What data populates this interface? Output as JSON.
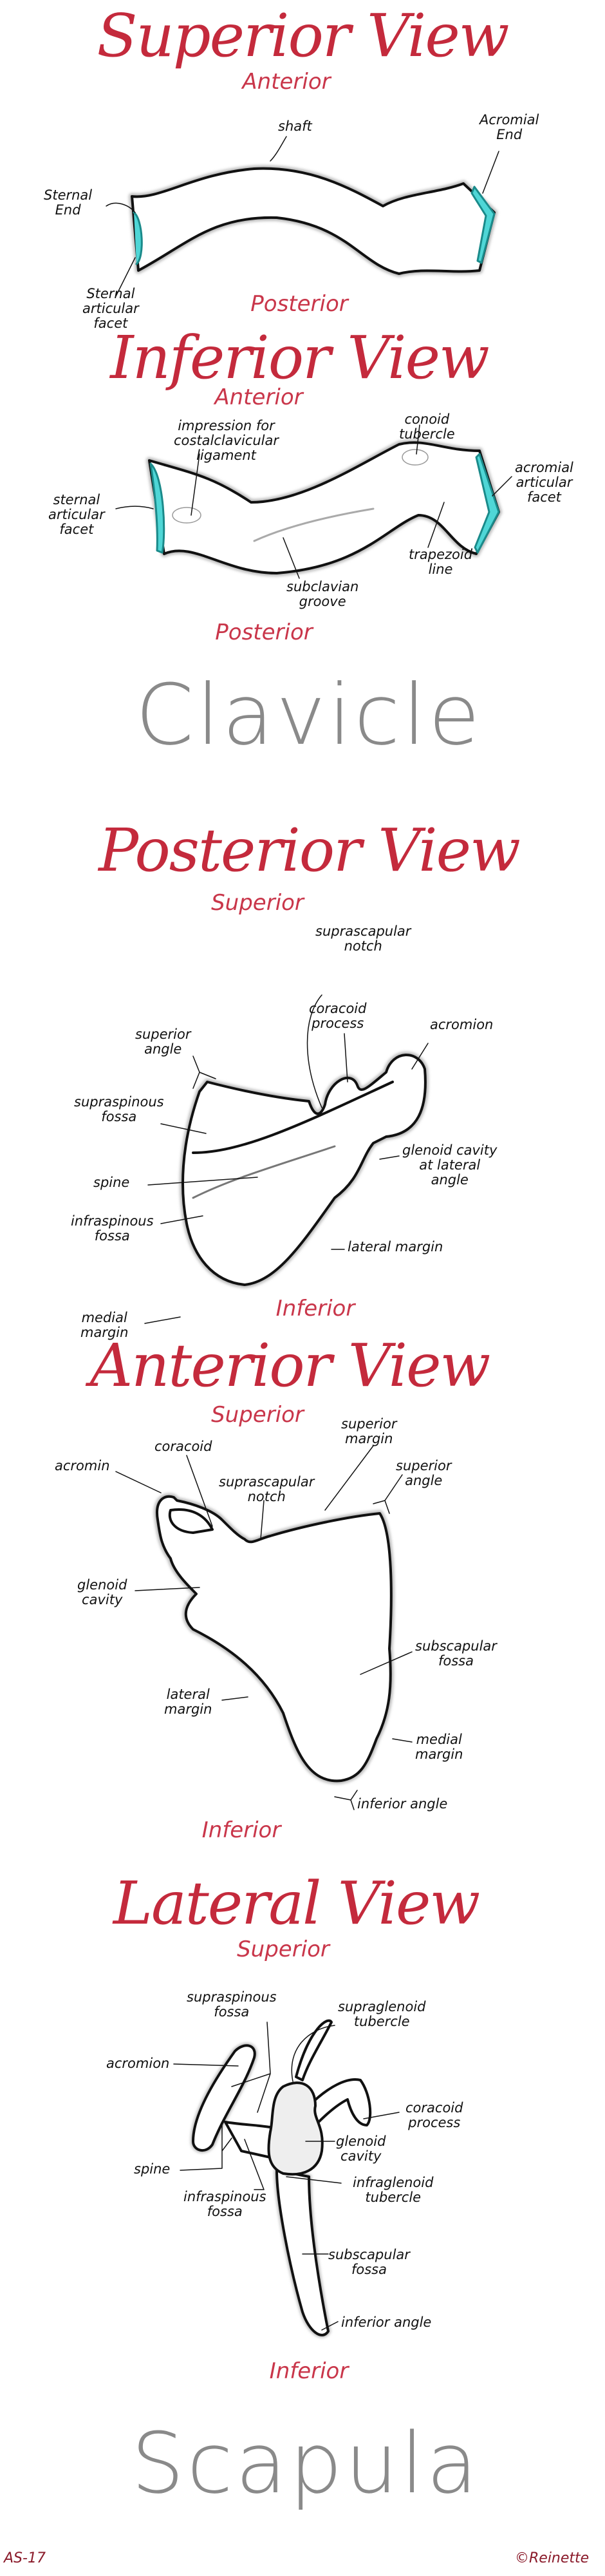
{
  "colors": {
    "title": "#c42a3c",
    "facet": "#4fd6d6",
    "outline": "#111111",
    "bone_name": "#8a8a8a"
  },
  "clavicle": {
    "name": "Clavicle",
    "superior_view": {
      "title": "Superior View",
      "top": "Anterior",
      "bottom": "Posterior",
      "labels": {
        "shaft": [
          "shaft"
        ],
        "acromial_end": [
          "Acromial",
          "End"
        ],
        "sternal_end": [
          "Sternal",
          "End"
        ],
        "sternal_facet": [
          "Sternal",
          "articular",
          "facet"
        ]
      }
    },
    "inferior_view": {
      "title": "Inferior View",
      "top": "Anterior",
      "bottom": "Posterior",
      "labels": {
        "impression": [
          "impression for",
          "costalclavicular",
          "ligament"
        ],
        "conoid": [
          "conoid",
          "tubercle"
        ],
        "sternal_facet": [
          "sternal",
          "articular",
          "facet"
        ],
        "acromial_facet": [
          "acromial",
          "articular",
          "facet"
        ],
        "subclavian": [
          "subclavian",
          "groove"
        ],
        "trapezoid": [
          "trapezoid",
          "line"
        ]
      }
    }
  },
  "scapula": {
    "name": "Scapula",
    "posterior_view": {
      "title": "Posterior View",
      "top": "Superior",
      "bottom": "Inferior",
      "labels": {
        "notch": [
          "suprascapular",
          "notch"
        ],
        "coracoid": [
          "coracoid",
          "process"
        ],
        "acromion": [
          "acromion"
        ],
        "sup_angle": [
          "superior",
          "angle"
        ],
        "supraspinous": [
          "supraspinous",
          "fossa"
        ],
        "spine": [
          "spine"
        ],
        "glenoid": [
          "glenoid cavity",
          "at lateral",
          "angle"
        ],
        "infraspinous": [
          "infraspinous",
          "fossa"
        ],
        "lateral_margin": [
          "lateral margin"
        ],
        "medial_margin": [
          "medial",
          "margin"
        ]
      }
    },
    "anterior_view": {
      "title": "Anterior View",
      "top": "Superior",
      "bottom": "Inferior",
      "labels": {
        "acromin": [
          "acromin"
        ],
        "coracoid": [
          "coracoid"
        ],
        "notch": [
          "suprascapular",
          "notch"
        ],
        "sup_margin": [
          "superior",
          "margin"
        ],
        "sup_angle": [
          "superior",
          "angle"
        ],
        "glenoid": [
          "glenoid",
          "cavity"
        ],
        "subscapular": [
          "subscapular",
          "fossa"
        ],
        "lateral_margin": [
          "lateral",
          "margin"
        ],
        "medial_margin": [
          "medial",
          "margin"
        ],
        "inf_angle": [
          "inferior angle"
        ]
      }
    },
    "lateral_view": {
      "title": "Lateral View",
      "top": "Superior",
      "bottom": "Inferior",
      "labels": {
        "supraspinous": [
          "supraspinous",
          "fossa"
        ],
        "supraglenoid": [
          "supraglenoid",
          "tubercle"
        ],
        "acromion": [
          "acromion"
        ],
        "coracoid": [
          "coracoid",
          "process"
        ],
        "glenoid": [
          "glenoid",
          "cavity"
        ],
        "spine": [
          "spine"
        ],
        "infraspinous": [
          "infraspinous",
          "fossa"
        ],
        "infraglenoid": [
          "infraglenoid",
          "tubercle"
        ],
        "subscapular": [
          "subscapular",
          "fossa"
        ],
        "inf_angle": [
          "inferior angle"
        ]
      }
    }
  },
  "footer": {
    "signature": "AS-17",
    "copyright": "©Reinette"
  }
}
